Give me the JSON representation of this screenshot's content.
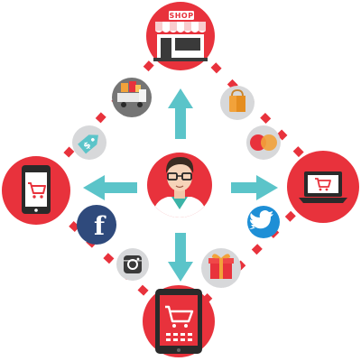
{
  "diagram": {
    "theme": {
      "red": "#e8323c",
      "teal": "#5bc4c9",
      "grey": "#d7d8da",
      "dark": "#2a2a2a"
    },
    "center": {
      "icon": "person-with-glasses-icon"
    },
    "nodes": [
      {
        "id": "shop",
        "icon": "storefront-icon",
        "label": "SHOP"
      },
      {
        "id": "mobile",
        "icon": "smartphone-cart-icon"
      },
      {
        "id": "laptop",
        "icon": "laptop-cart-icon"
      },
      {
        "id": "tablet",
        "icon": "tablet-cart-icon"
      }
    ],
    "satellites": [
      {
        "id": "delivery",
        "icon": "delivery-truck-icon"
      },
      {
        "id": "shopping-bag",
        "icon": "shopping-bag-icon"
      },
      {
        "id": "price-tag",
        "icon": "price-tag-icon"
      },
      {
        "id": "payment",
        "icon": "mastercard-icon"
      },
      {
        "id": "facebook",
        "icon": "facebook-icon",
        "glyph": "f"
      },
      {
        "id": "twitter",
        "icon": "twitter-bird-icon"
      },
      {
        "id": "instagram",
        "icon": "instagram-icon"
      },
      {
        "id": "gift",
        "icon": "gift-box-icon"
      }
    ]
  }
}
